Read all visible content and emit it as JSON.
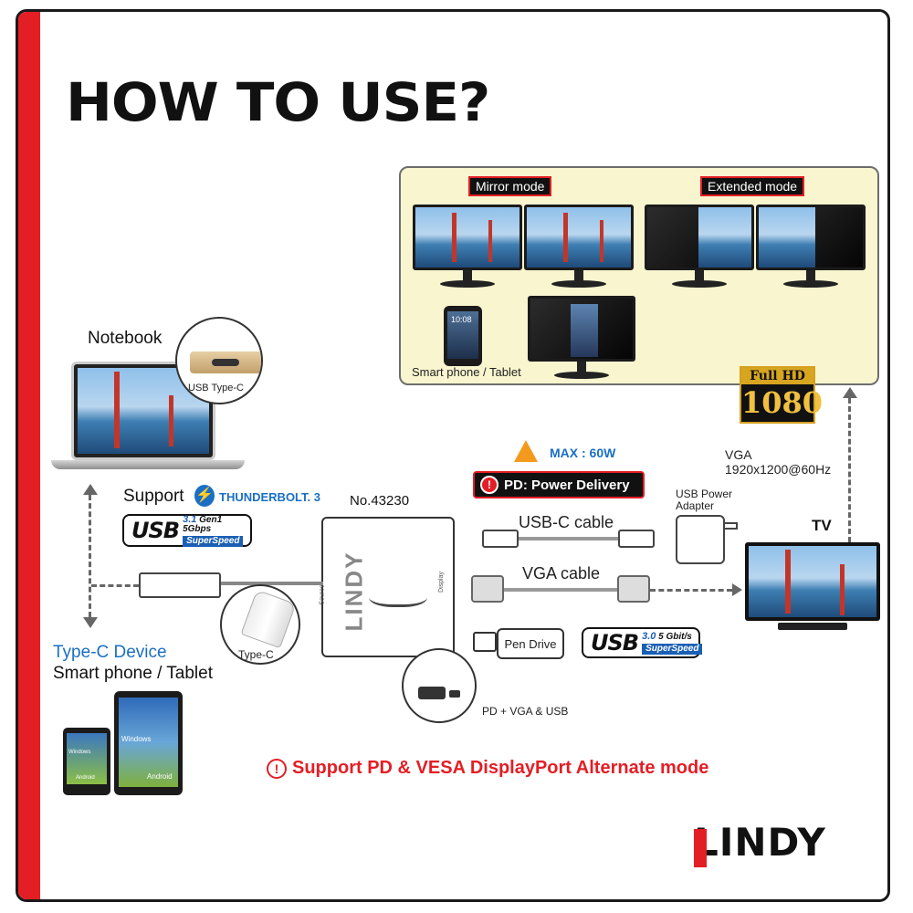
{
  "title": "HOW TO USE?",
  "modes": {
    "mirror_label": "Mirror mode",
    "extended_label": "Extended mode",
    "smartphone_label": "Smart phone / Tablet",
    "phone_time": "10:08"
  },
  "full_hd": {
    "line1": "Full HD",
    "line2": "1080"
  },
  "notebook": {
    "label": "Notebook",
    "port_label": "USB Type-C"
  },
  "support": {
    "prefix": "Support",
    "tb_text": "THUNDERBOLT. 3"
  },
  "usb31": {
    "word": "USB",
    "version": "3.1",
    "gen": "Gen1 5Gbps",
    "ss": "SuperSpeed"
  },
  "usb30": {
    "word": "USB",
    "version": "3.0",
    "rate": "5 Gbit/s",
    "ss": "SuperSpeed"
  },
  "typec_device": {
    "title": "Type-C Device",
    "subtitle": "Smart phone / Tablet",
    "windows": "Windows",
    "android": "Android"
  },
  "adapter": {
    "model": "No.43230",
    "brand": "LINDY",
    "typec_label": "Type-C",
    "source_label": "Source",
    "display_label": "Display",
    "pd_usb_label": "PD + VGA & USB"
  },
  "power": {
    "max": "MAX : 60W",
    "pd": "PD: Power Delivery"
  },
  "cables": {
    "usbc": "USB-C cable",
    "vga": "VGA cable",
    "pen_drive": "Pen Drive"
  },
  "usb_power": {
    "line1": "USB Power",
    "line2": "Adapter"
  },
  "vga_spec": {
    "line1": "VGA",
    "line2": "1920x1200@60Hz"
  },
  "tv_label": "TV",
  "support_pd": "Support PD & VESA DisplayPort Alternate mode",
  "brand_logo": "LINDY",
  "colors": {
    "red": "#e41e25",
    "blue": "#1a6fc4",
    "black": "#111111"
  }
}
